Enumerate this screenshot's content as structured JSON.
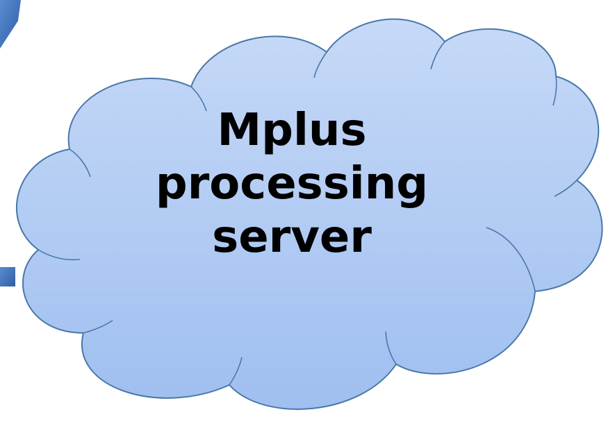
{
  "cloud": {
    "label_lines": [
      "Mplus",
      "processing",
      "server"
    ]
  },
  "colors": {
    "cloud_top": "#c6d9f7",
    "cloud_bottom": "#9fbff0",
    "cloud_stroke": "#4a77a8",
    "arrow": "#3a6fb8"
  }
}
